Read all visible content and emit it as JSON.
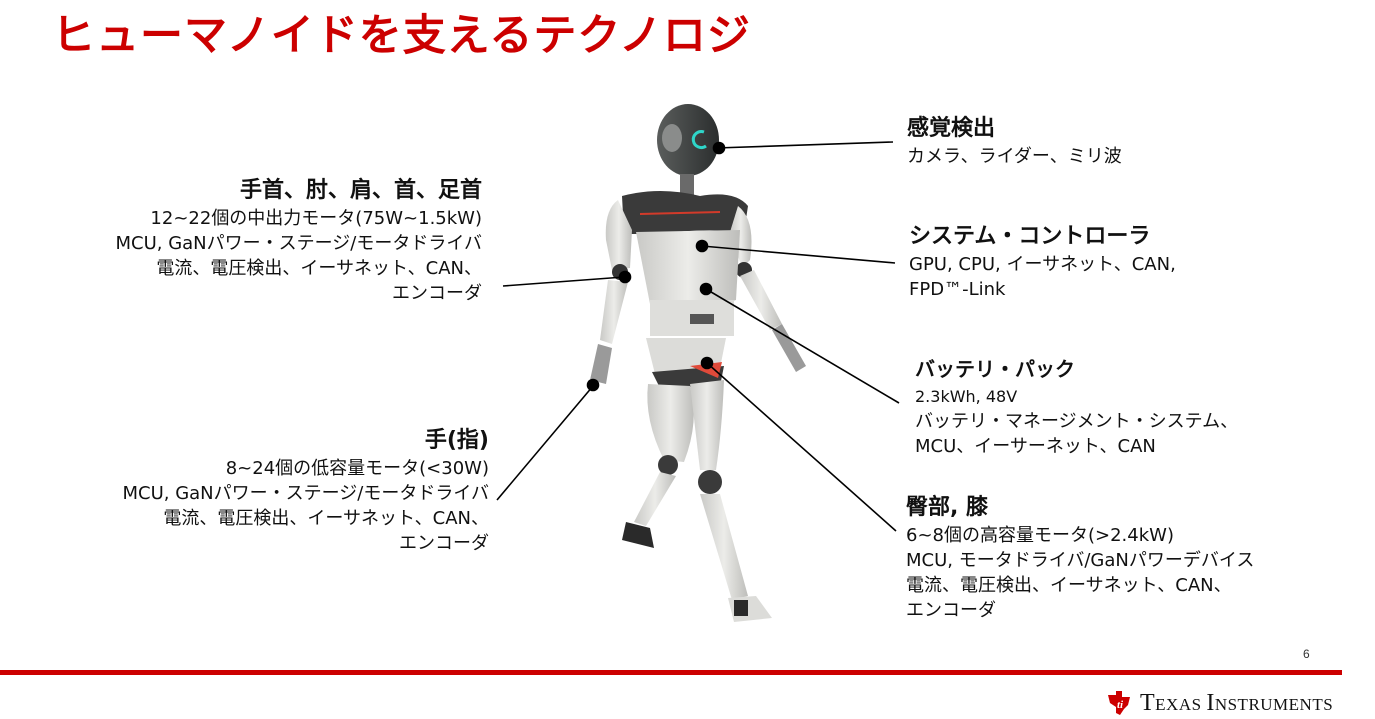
{
  "slide": {
    "title": "ヒューマノイドを支えるテクノロジ",
    "page_number": "6",
    "accent_color": "#cc0000"
  },
  "callouts": {
    "joints": {
      "heading": "手首、肘、肩、首、足首",
      "lines": [
        "12~22個の中出力モータ(75W~1.5kW)",
        "MCU, GaNパワー・ステージ/モータドライバ",
        "電流、電圧検出、イーサネット、CAN、",
        "エンコーダ"
      ]
    },
    "hand": {
      "heading": "手(指)",
      "lines": [
        "8~24個の低容量モータ(<30W)",
        "MCU, GaNパワー・ステージ/モータドライバ",
        "電流、電圧検出、イーサネット、CAN、",
        "エンコーダ"
      ]
    },
    "sensing": {
      "heading": "感覚検出",
      "lines": [
        "カメラ、ライダー、ミリ波"
      ]
    },
    "controller": {
      "heading": "システム・コントローラ",
      "lines": [
        "GPU, CPU, イーサネット、CAN,",
        "FPD™-Link"
      ]
    },
    "battery": {
      "heading": "バッテリ・パック",
      "lines": [
        "2.3kWh, 48V",
        "バッテリ・マネージメント・システム、",
        "MCU、イーサーネット、CAN"
      ]
    },
    "hip_knee": {
      "heading": "臀部, 膝",
      "lines": [
        "6~8個の高容量モータ(>2.4kW)",
        "MCU, モータドライバ/GaNパワーデバイス",
        "電流、電圧検出、イーサネット、CAN、",
        "エンコーダ"
      ]
    }
  },
  "footer": {
    "logo_text_1": "T",
    "logo_text_2": "EXAS ",
    "logo_text_3": "I",
    "logo_text_4": "NSTRUMENTS"
  }
}
